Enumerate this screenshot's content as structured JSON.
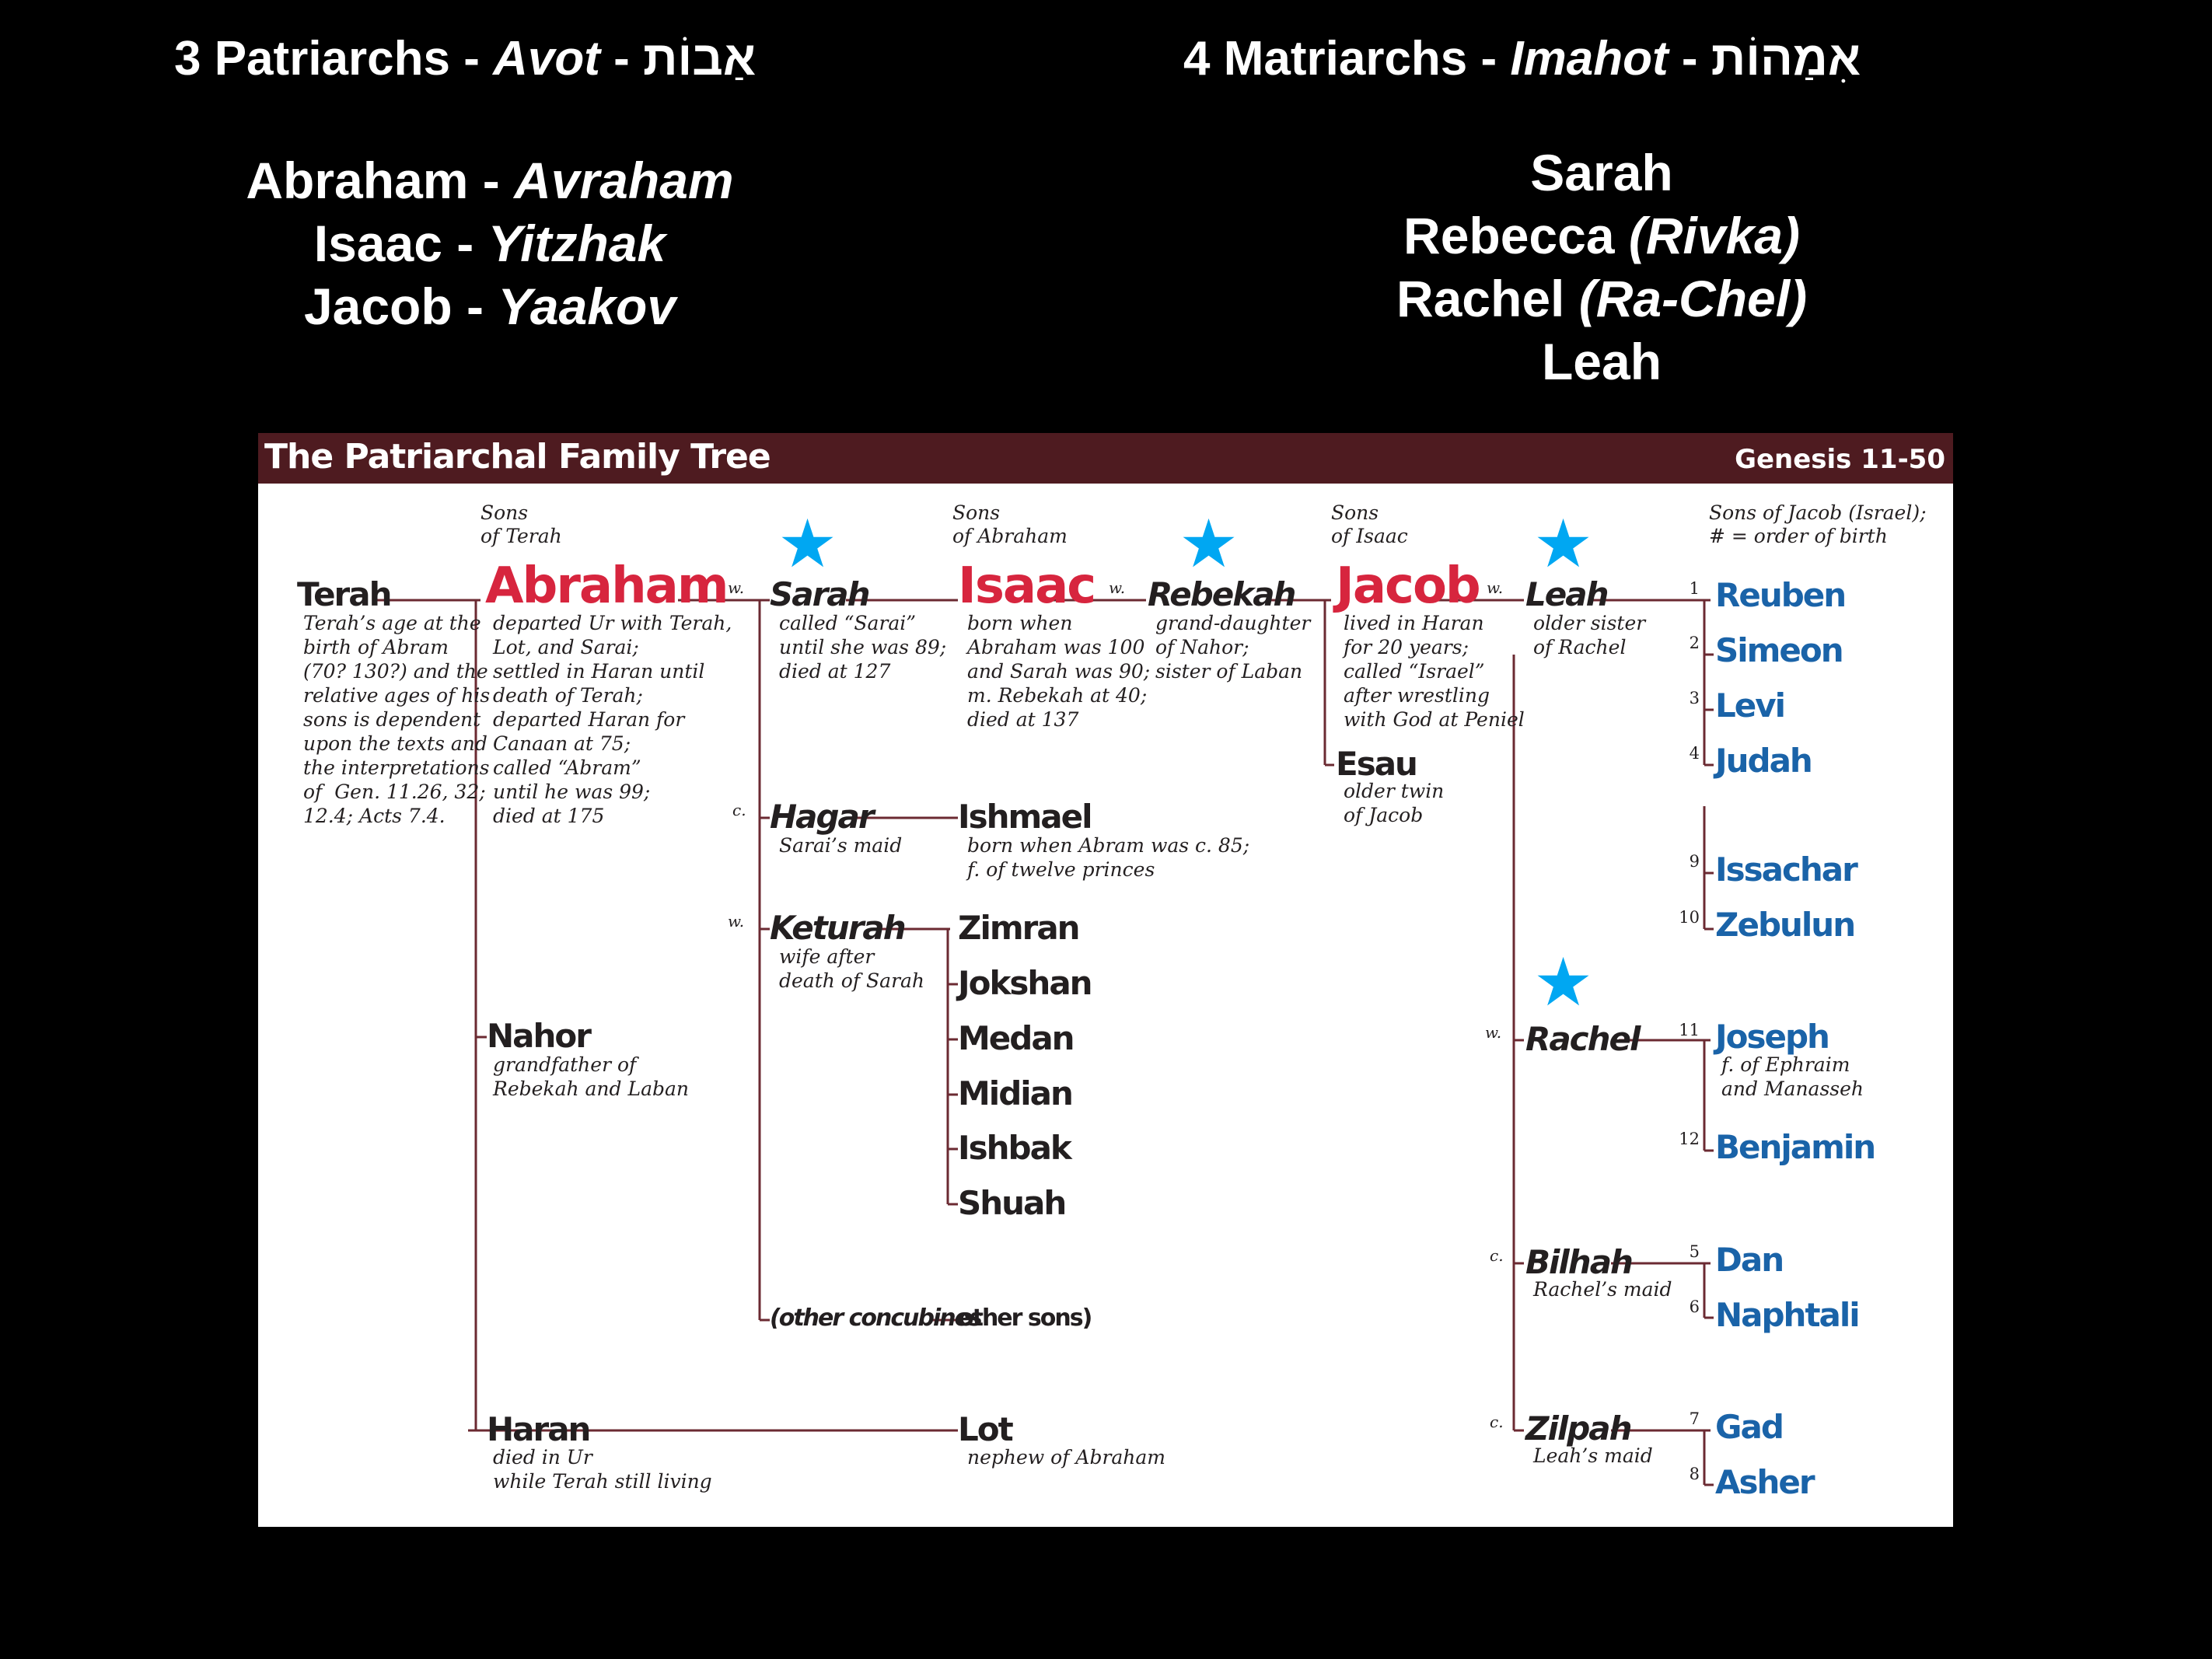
{
  "heading": {
    "patriarchs_prefix": "3 Patriarchs - ",
    "patriarchs_translit": "Avot",
    "patriarchs_sep": " - ",
    "patriarchs_hebrew": "אַבוֹת",
    "matriarchs_prefix": "4 Matriarchs - ",
    "matriarchs_translit": "Imahot",
    "matriarchs_sep": " - ",
    "matriarchs_hebrew": "אִמַהוֹת"
  },
  "patriarchs": [
    {
      "name": "Abraham - ",
      "alt": "Avraham"
    },
    {
      "name": "Isaac - ",
      "alt": "Yitzhak"
    },
    {
      "name": "Jacob - ",
      "alt": "Yaakov"
    }
  ],
  "matriarchs": [
    {
      "name": "Sarah",
      "alt": ""
    },
    {
      "name": "Rebecca ",
      "alt": "(Rivka)"
    },
    {
      "name": "Rachel ",
      "alt": "(Ra-Chel)"
    },
    {
      "name": "Leah",
      "alt": ""
    }
  ],
  "tree": {
    "title": "The Patriarchal Family Tree",
    "reference": "Genesis 11-50",
    "column_captions": {
      "terah": "Sons\nof Terah",
      "abraham": "Sons\nof Abraham",
      "isaac": "Sons\nof Isaac",
      "jacob": "Sons of Jacob (Israel);\n# = order of birth"
    },
    "star_color": "#00a7f2",
    "wife_mark": "w.",
    "concubine_mark": "c.",
    "people": {
      "terah": {
        "name": "Terah",
        "note": "Terah’s age at the\nbirth of Abram\n(70? 130?) and the\nrelative ages of his\nsons is dependent\nupon the texts and\nthe interpretations\nof  Gen. 11.26, 32;\n12.4; Acts 7.4."
      },
      "abraham": {
        "name": "Abraham",
        "note": "departed Ur with Terah,\nLot, and Sarai;\nsettled in Haran until\ndeath of Terah;\ndeparted Haran for\nCanaan at 75;\ncalled “Abram”\nuntil he was 99;\ndied at 175"
      },
      "nahor": {
        "name": "Nahor",
        "note": "grandfather of\nRebekah and Laban"
      },
      "haran": {
        "name": "Haran",
        "note": "died in Ur\nwhile Terah still living"
      },
      "sarah": {
        "name": "Sarah",
        "note": "called “Sarai”\nuntil she was 89;\ndied at 127"
      },
      "hagar": {
        "name": "Hagar",
        "note": "Sarai’s maid"
      },
      "keturah": {
        "name": "Keturah",
        "note": "wife after\ndeath of Sarah"
      },
      "other_concubines": {
        "name": "(other concubines"
      },
      "isaac": {
        "name": "Isaac",
        "note": "born when\nAbraham was 100\nand Sarah was 90;\nm. Rebekah at 40;\ndied at 137"
      },
      "ishmael": {
        "name": "Ishmael",
        "note": "born when Abram was c. 85;\nf. of twelve princes"
      },
      "zimran": {
        "name": "Zimran"
      },
      "jokshan": {
        "name": "Jokshan"
      },
      "medan": {
        "name": "Medan"
      },
      "midian": {
        "name": "Midian"
      },
      "ishbak": {
        "name": "Ishbak"
      },
      "shuah": {
        "name": "Shuah"
      },
      "other_sons": {
        "name": "other sons)"
      },
      "lot": {
        "name": "Lot",
        "note": "nephew of Abraham"
      },
      "rebekah": {
        "name": "Rebekah",
        "note": "grand-daughter\nof Nahor;\nsister of Laban"
      },
      "jacob": {
        "name": "Jacob",
        "note": "lived in Haran\nfor 20 years;\ncalled “Israel”\nafter wrestling\nwith God at Peniel"
      },
      "esau": {
        "name": "Esau",
        "note": "older twin\nof Jacob"
      },
      "leah": {
        "name": "Leah",
        "note": "older sister\nof Rachel"
      },
      "rachel": {
        "name": "Rachel"
      },
      "bilhah": {
        "name": "Bilhah",
        "note": "Rachel’s maid"
      },
      "zilpah": {
        "name": "Zilpah",
        "note": "Leah’s maid"
      }
    },
    "sons": [
      {
        "num": "1",
        "name": "Reuben"
      },
      {
        "num": "2",
        "name": "Simeon"
      },
      {
        "num": "3",
        "name": "Levi"
      },
      {
        "num": "4",
        "name": "Judah"
      },
      {
        "num": "9",
        "name": "Issachar"
      },
      {
        "num": "10",
        "name": "Zebulun"
      },
      {
        "num": "11",
        "name": "Joseph",
        "note": "f. of Ephraim\nand Manasseh"
      },
      {
        "num": "12",
        "name": "Benjamin"
      },
      {
        "num": "5",
        "name": "Dan"
      },
      {
        "num": "6",
        "name": "Naphtali"
      },
      {
        "num": "7",
        "name": "Gad"
      },
      {
        "num": "8",
        "name": "Asher"
      }
    ]
  }
}
